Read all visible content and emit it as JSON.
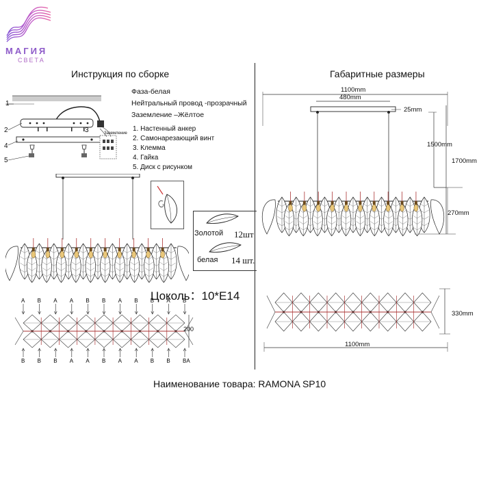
{
  "logo": {
    "line1": "МАГИЯ",
    "line2": "СВЕТА"
  },
  "left_title": "Инструкция по сборке",
  "right_title": "Габаритные размеры",
  "wiring": {
    "phase": "Фаза-белая",
    "neutral": "Нейтральный провод -прозрачный",
    "ground": "Заземление –Жёлтое",
    "ground_short": "Заземление"
  },
  "parts": [
    "1. Настенный анкер",
    "2. Самонарезающий винт",
    "3. Клемма",
    "4. Гайка",
    "5. Диск с рисунком"
  ],
  "callouts": [
    "1",
    "2",
    "3",
    "4",
    "5"
  ],
  "leaves": {
    "gold_label": "Золотой",
    "gold_count": "12шт",
    "white_label": "белая",
    "white_count": "14 шт."
  },
  "socket": "Цоколь：10*E14",
  "top_view_labels": {
    "a": "A",
    "b": "B",
    "ba": "BA",
    "width": "200"
  },
  "dimensions": {
    "overall_width": "1100mm",
    "rail_spacing": "480mm",
    "canopy": "25mm",
    "cable": "1500mm",
    "total_height": "1700mm",
    "body_height": "270mm",
    "depth": "330mm",
    "bottom_width": "1100mm"
  },
  "product": "Наименование товара: RAMONA SP10"
}
